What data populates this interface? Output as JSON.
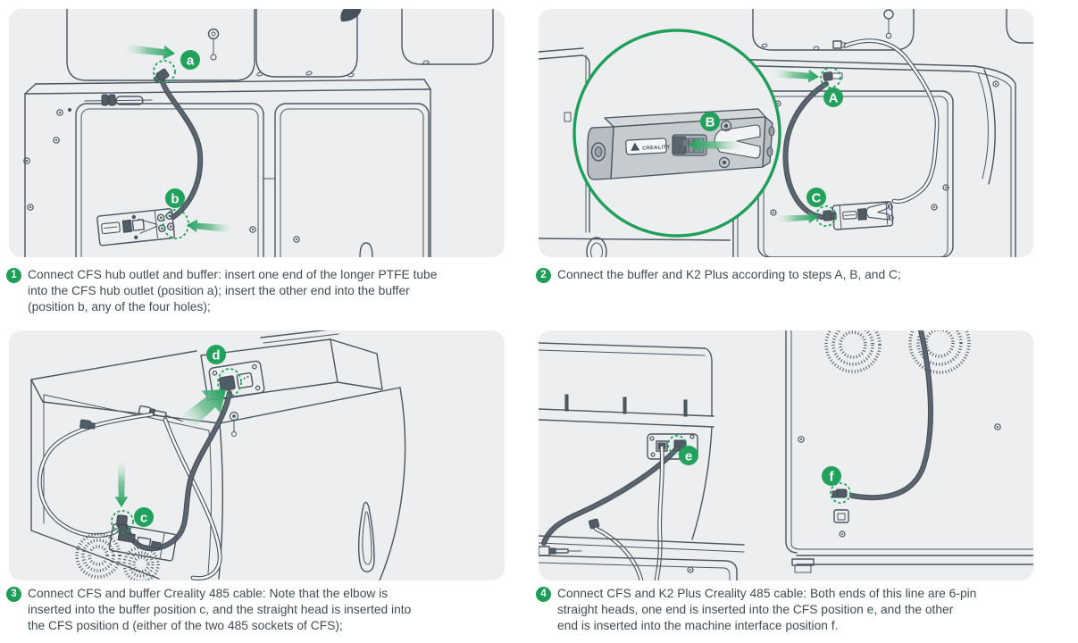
{
  "page": {
    "background": "#ffffff"
  },
  "colors": {
    "panel_bg": "#edeef0",
    "line_art": "#4b5560",
    "accent_green": "#21a15b",
    "caption_text": "#414b55",
    "cable_gray": "#5d666f"
  },
  "brand": {
    "logo": "CREALITY"
  },
  "steps": [
    {
      "number": "1",
      "markers": [
        "a",
        "b"
      ],
      "caption": "Connect CFS hub outlet and buffer: insert one end of the longer PTFE tube\ninto the CFS hub outlet (position a); insert the other end into the buffer\n(position b, any of the four holes);"
    },
    {
      "number": "2",
      "markers": [
        "A",
        "B",
        "C"
      ],
      "caption": "Connect the buffer and K2 Plus according to steps A, B, and C;"
    },
    {
      "number": "3",
      "markers": [
        "c",
        "d"
      ],
      "caption": "Connect CFS and buffer Creality 485 cable: Note that the elbow is\ninserted into the buffer position c, and the straight head is inserted into\nthe CFS position d (either of the two 485 sockets of CFS);"
    },
    {
      "number": "4",
      "markers": [
        "e",
        "f"
      ],
      "caption": "Connect CFS and K2 Plus Creality 485 cable: Both ends of this line are 6-pin\nstraight heads, one end is inserted into the CFS position e, and the other\nend is inserted into the machine interface position f."
    }
  ]
}
